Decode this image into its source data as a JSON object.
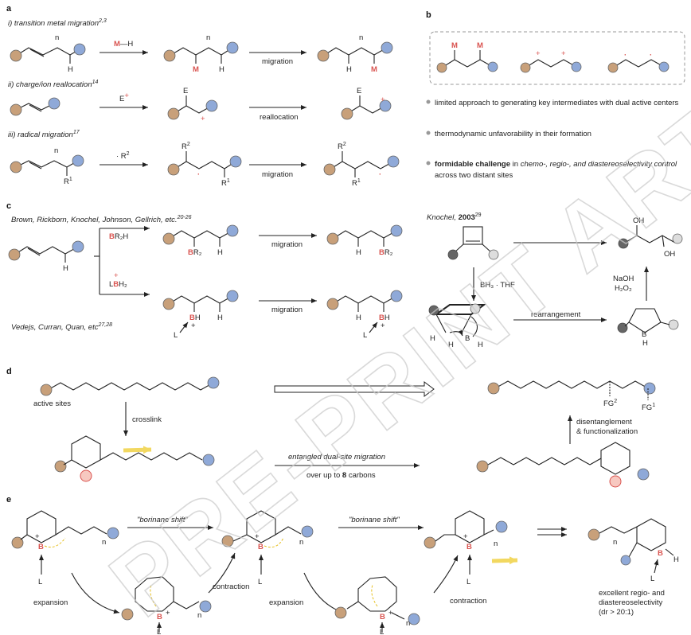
{
  "panels": {
    "a": "a",
    "b": "b",
    "c": "c",
    "d": "d",
    "e": "e"
  },
  "panel_a": {
    "row1_title": "i) transition metal migration",
    "row1_ref": "2,3",
    "row1_reagent_m": "M",
    "row1_reagent_h": "—H",
    "row2_title": "ii) charge/ion reallocation",
    "row2_ref": "14",
    "row2_reagent": "E",
    "row2_reagent_sup": "+",
    "row3_title": "iii) radical migration",
    "row3_ref": "17",
    "row3_reagent": "· R",
    "row3_reagent_sup": "2",
    "label_migration": "migration",
    "label_reallocation": "reallocation",
    "atom_m": "M",
    "atom_h": "H",
    "atom_e": "E",
    "atom_r2": "R",
    "sup_2": "2",
    "atom_r1": "R",
    "sup_1": "1",
    "plus": "+",
    "dot": "·",
    "sub_n": "n"
  },
  "panel_b": {
    "bullet1": "limited approach to generating key intermediates with dual active centers",
    "bullet2": "thermodynamic unfavorability in their formation",
    "bullet3_bold": "formidable challenge",
    "bullet3_mid": " in ",
    "bullet3_ital": "chemo-, regio-, and diastereoselectivity control",
    "bullet3_line2": "across two distant sites"
  },
  "panel_c": {
    "authors_top": "Brown, Rickborn, Knochel, Johnson, Gellrich, etc.",
    "authors_top_ref": "20-26",
    "authors_bottom": "Vedejs, Curran, Quan, etc",
    "authors_bottom_ref": "27,28",
    "reagent1_b": "B",
    "reagent1_rest": "R₂H",
    "reagent2_l": "L",
    "reagent2_b": "B",
    "reagent2_rest": "H₂",
    "br2": "BR₂",
    "bh": "BH",
    "label_migration": "migration",
    "knochel": "Knochel, ",
    "knochel_year": "2003",
    "knochel_ref": "29",
    "bh3": "BH₃ · THF",
    "naoh": "NaOH",
    "h2o2": "H₂O₂",
    "oh": "OH",
    "rearrangement": "rearrangement",
    "boron_b": "B",
    "boron_h": "H",
    "atom_l": "L"
  },
  "panel_d": {
    "active_sites": "active sites",
    "crosslink": "crosslink",
    "migration_label": "entangled dual-site migration",
    "migration_sub_pre": "over up to ",
    "migration_sub_num": "8",
    "migration_sub_post": " carbons",
    "disentangle1": "disentanglement",
    "disentangle2": "& functionalization",
    "fg2": "FG",
    "fg2_sup": "2",
    "fg1": "FG",
    "fg1_sup": "1"
  },
  "panel_e": {
    "shift1": "\"borinane shift\"",
    "shift2": "\"borinane shift\"",
    "expansion": "expansion",
    "contraction": "contraction",
    "b": "B",
    "l": "L",
    "plus": "+",
    "h": "H",
    "n": "n",
    "result1": "excellent regio- and",
    "result2": "diastereoselectivity",
    "result3": "(dr > 20:1)"
  },
  "watermark": "PRE-PRINT ARTICLE PREVIEW",
  "colors": {
    "tan": "#c8a07a",
    "blue": "#8fa9d8",
    "accent_red": "#d9534f",
    "yellow": "#f2d860",
    "gray_dot": "#999999",
    "dark_dot": "#555555"
  }
}
